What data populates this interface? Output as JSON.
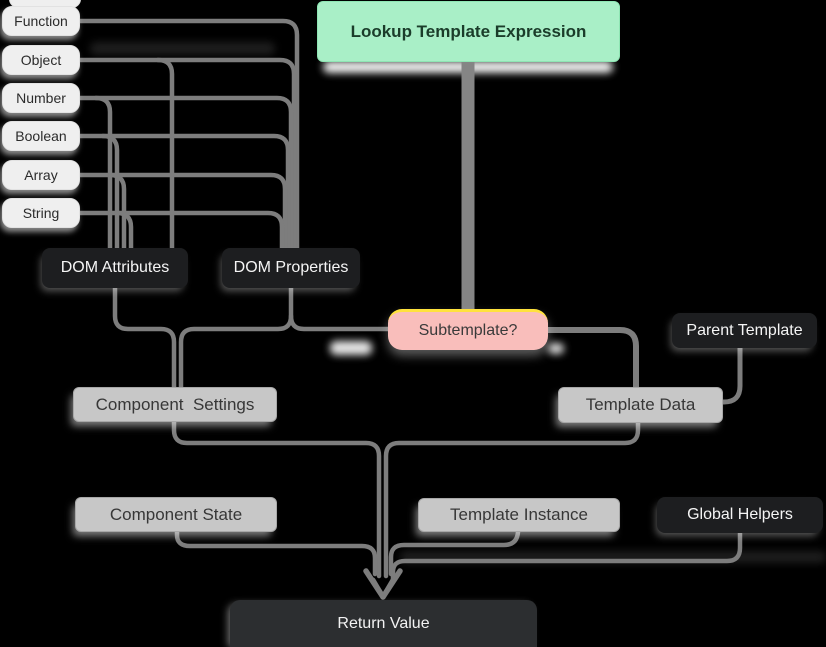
{
  "diagram_title": "Lookup Template Expression flow",
  "colors": {
    "bg": "#000000",
    "green": "#a9efc7",
    "pink": "#f9bebb",
    "yellow": "#ffe23d",
    "gray": "#c7c7c7",
    "dark": "#1d1e20",
    "line": "#7d7d7d"
  },
  "nodes": {
    "types": {
      "items": [
        {
          "id": "function",
          "label": "Function"
        },
        {
          "id": "object",
          "label": "Object"
        },
        {
          "id": "number",
          "label": "Number"
        },
        {
          "id": "boolean",
          "label": "Boolean"
        },
        {
          "id": "array",
          "label": "Array"
        },
        {
          "id": "string",
          "label": "String"
        }
      ]
    },
    "lookup": {
      "label": "Lookup Template Expression"
    },
    "dom_attributes": {
      "label": "DOM Attributes"
    },
    "dom_properties": {
      "label": "DOM Properties"
    },
    "subtemplate": {
      "label": "Subtemplate?"
    },
    "parent_template": {
      "label": "Parent Template"
    },
    "component_settings": {
      "label": "Component  Settings"
    },
    "template_data": {
      "label": "Template Data"
    },
    "component_state": {
      "label": "Component State"
    },
    "template_instance": {
      "label": "Template Instance"
    },
    "global_helpers": {
      "label": "Global Helpers"
    },
    "return_value": {
      "label": "Return Value"
    }
  },
  "edges": [
    {
      "from": "function",
      "to": "dom_properties"
    },
    {
      "from": "object",
      "to": "dom_attributes"
    },
    {
      "from": "object",
      "to": "dom_properties"
    },
    {
      "from": "number",
      "to": "dom_attributes"
    },
    {
      "from": "number",
      "to": "dom_properties"
    },
    {
      "from": "boolean",
      "to": "dom_attributes"
    },
    {
      "from": "boolean",
      "to": "dom_properties"
    },
    {
      "from": "array",
      "to": "dom_attributes"
    },
    {
      "from": "array",
      "to": "dom_properties"
    },
    {
      "from": "string",
      "to": "dom_attributes"
    },
    {
      "from": "string",
      "to": "dom_properties"
    },
    {
      "from": "lookup",
      "to": "subtemplate"
    },
    {
      "from": "dom_attributes",
      "to": "component_settings"
    },
    {
      "from": "dom_properties",
      "to": "component_settings"
    },
    {
      "from": "dom_properties",
      "to": "subtemplate"
    },
    {
      "from": "subtemplate",
      "to": "template_data"
    },
    {
      "from": "parent_template",
      "to": "template_data"
    },
    {
      "from": "component_settings",
      "to": "return_value"
    },
    {
      "from": "template_data",
      "to": "return_value"
    },
    {
      "from": "component_state",
      "to": "return_value"
    },
    {
      "from": "template_instance",
      "to": "return_value"
    },
    {
      "from": "global_helpers",
      "to": "return_value"
    }
  ]
}
